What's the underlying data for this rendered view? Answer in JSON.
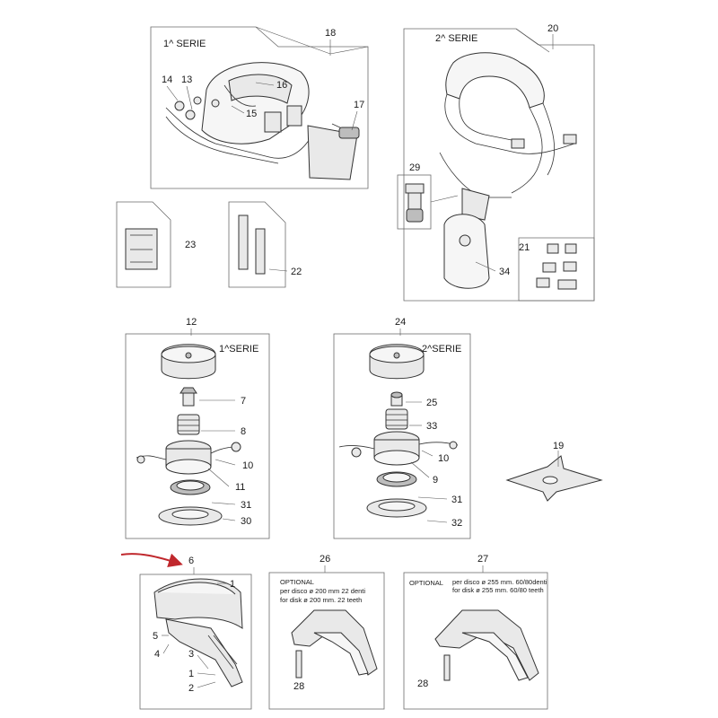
{
  "series_labels": {
    "harness_first": "1^ SERIE",
    "harness_second": "2^ SERIE",
    "head_first": "1^SERIE",
    "head_second": "2^SERIE"
  },
  "callouts": {
    "n18": "18",
    "n14": "14",
    "n13": "13",
    "n16": "16",
    "n15": "15",
    "n17": "17",
    "n20": "20",
    "n29": "29",
    "n21": "21",
    "n34": "34",
    "n23": "23",
    "n22": "22",
    "n12": "12",
    "n7": "7",
    "n8": "8",
    "n10a": "10",
    "n11": "11",
    "n31a": "31",
    "n30": "30",
    "n24": "24",
    "n25": "25",
    "n33": "33",
    "n10b": "10",
    "n9": "9",
    "n31b": "31",
    "n32": "32",
    "n19": "19",
    "n6": "6",
    "n1a": "1",
    "n5": "5",
    "n4": "4",
    "n3": "3",
    "n1b": "1",
    "n2": "2",
    "n26": "26",
    "n28a": "28",
    "n27": "27",
    "n28b": "28"
  },
  "optional_26": {
    "title": "OPTIONAL",
    "line_it": "per disco ø 200 mm  22 denti",
    "line_en": "for disk ø 200 mm.  22 teeth"
  },
  "optional_27": {
    "title": "OPTIONAL",
    "line_it": "per disco ø 255 mm.  60/80denti",
    "line_en": "for disk ø 255 mm.  60/80 teeth"
  },
  "colors": {
    "pointer_arrow": "#c0282d",
    "frame": "#6b6b6b",
    "ink": "#333333"
  }
}
